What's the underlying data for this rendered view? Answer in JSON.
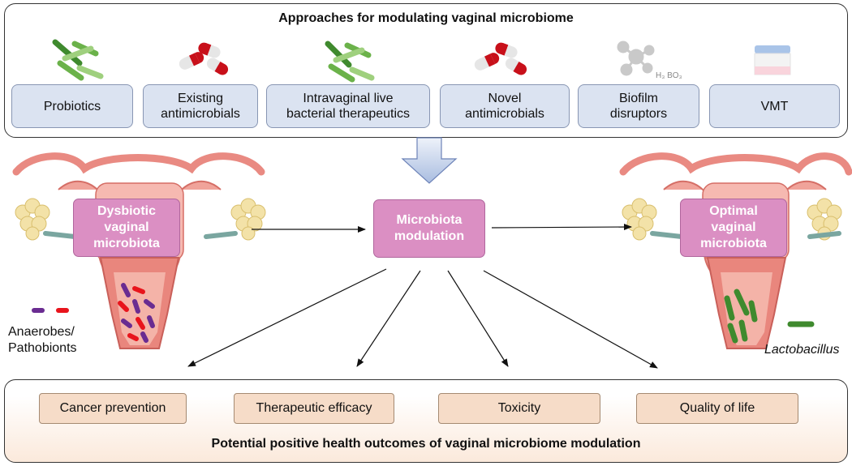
{
  "top": {
    "title": "Approaches for modulating vaginal microbiome",
    "approaches": [
      {
        "label": "Probiotics"
      },
      {
        "label": "Existing\nantimicrobials"
      },
      {
        "label": "Intravaginal live\nbacterial therapeutics"
      },
      {
        "label": "Novel\nantimicrobials"
      },
      {
        "label": "Biofilm\ndisruptors"
      },
      {
        "label": "VMT"
      }
    ],
    "boric_acid_formula": "H₃ BO₃"
  },
  "center": {
    "left_label": "Dysbiotic\nvaginal\nmicrobiota",
    "middle_label": "Microbiota\nmodulation",
    "right_label": "Optimal\nvaginal\nmicrobiota"
  },
  "legend": {
    "left_label": "Anaerobes/\nPathobionts",
    "right_label": "Lactobacillus"
  },
  "bottom": {
    "outcomes": [
      {
        "label": "Cancer prevention"
      },
      {
        "label": "Therapeutic efficacy"
      },
      {
        "label": "Toxicity"
      },
      {
        "label": "Quality of life"
      }
    ],
    "title": "Potential positive health outcomes of vaginal microbiome modulation"
  },
  "colors": {
    "approach_box": "#dbe3f1",
    "modulation_box": "#db8fc3",
    "outcome_box": "#f6dcc8",
    "lactobacillus": "#3f8a2e",
    "pathobiont_red": "#e8141c",
    "pathobiont_purple": "#6a2c91",
    "uterus": "#e98a82"
  }
}
